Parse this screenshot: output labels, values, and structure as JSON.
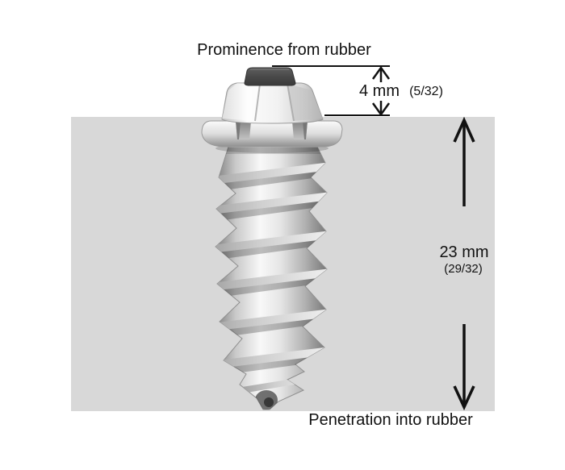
{
  "diagram": {
    "top_label": "Prominence from rubber",
    "bottom_label": "Penetration into rubber",
    "prominence": {
      "value": "4 mm",
      "fraction": "(5/32)"
    },
    "penetration": {
      "value": "23 mm",
      "fraction": "(29/32)"
    },
    "colors": {
      "rubber": "#d8d8d8",
      "line": "#111111",
      "background": "#ffffff"
    }
  }
}
